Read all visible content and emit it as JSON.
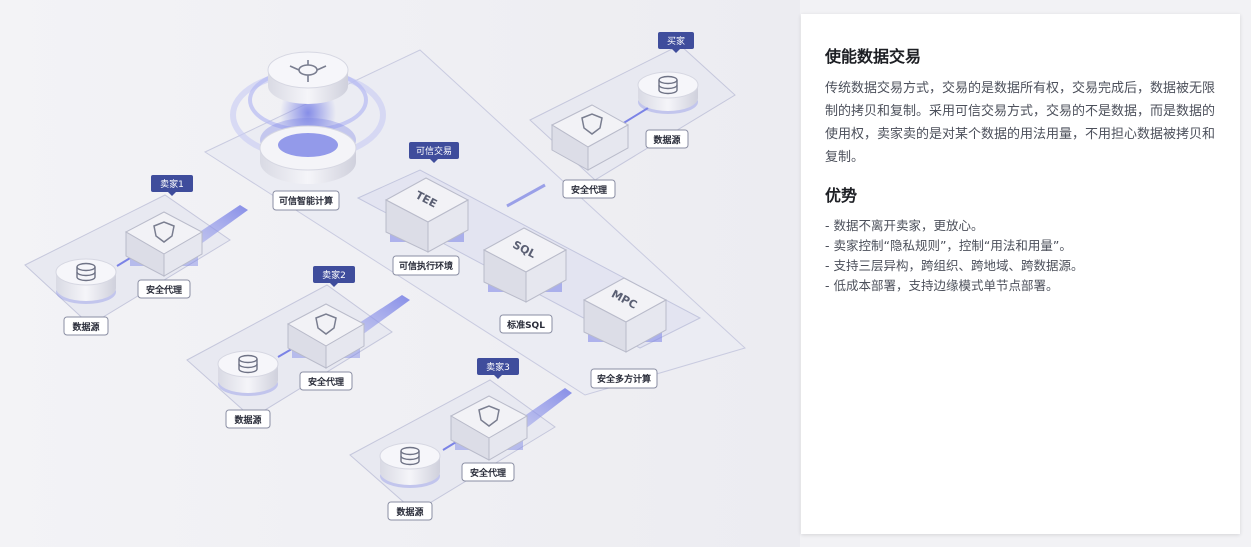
{
  "diagram": {
    "trusted_compute_label": "可信智能计算",
    "trusted_exchange_tag": "可信交易",
    "buyer_tag": "买家",
    "seller_tags": [
      "卖家1",
      "卖家2",
      "卖家3"
    ],
    "security_agent_label": "安全代理",
    "data_source_label": "数据源",
    "tee_chip": "TEE",
    "tee_label": "可信执行环境",
    "sql_chip": "SQL",
    "sql_label": "标准SQL",
    "mpc_chip": "MPC",
    "mpc_label": "安全多方计算",
    "colors": {
      "accent": "#3f4d9c",
      "glow": "#7b83e6",
      "platform": "#e6e7f2"
    }
  },
  "panel": {
    "title": "使能数据交易",
    "description": "传统数据交易方式，交易的是数据所有权，交易完成后，数据被无限制的拷贝和复制。采用可信交易方式，交易的不是数据，而是数据的使用权，卖家卖的是对某个数据的用法用量，不用担心数据被拷贝和复制。",
    "advantages_title": "优势",
    "advantages": [
      "- 数据不离开卖家，更放心。",
      "- 卖家控制“隐私规则”，控制“用法和用量”。",
      "- 支持三层异构，跨组织、跨地域、跨数据源。",
      "- 低成本部署，支持边缘模式单节点部署。"
    ]
  }
}
